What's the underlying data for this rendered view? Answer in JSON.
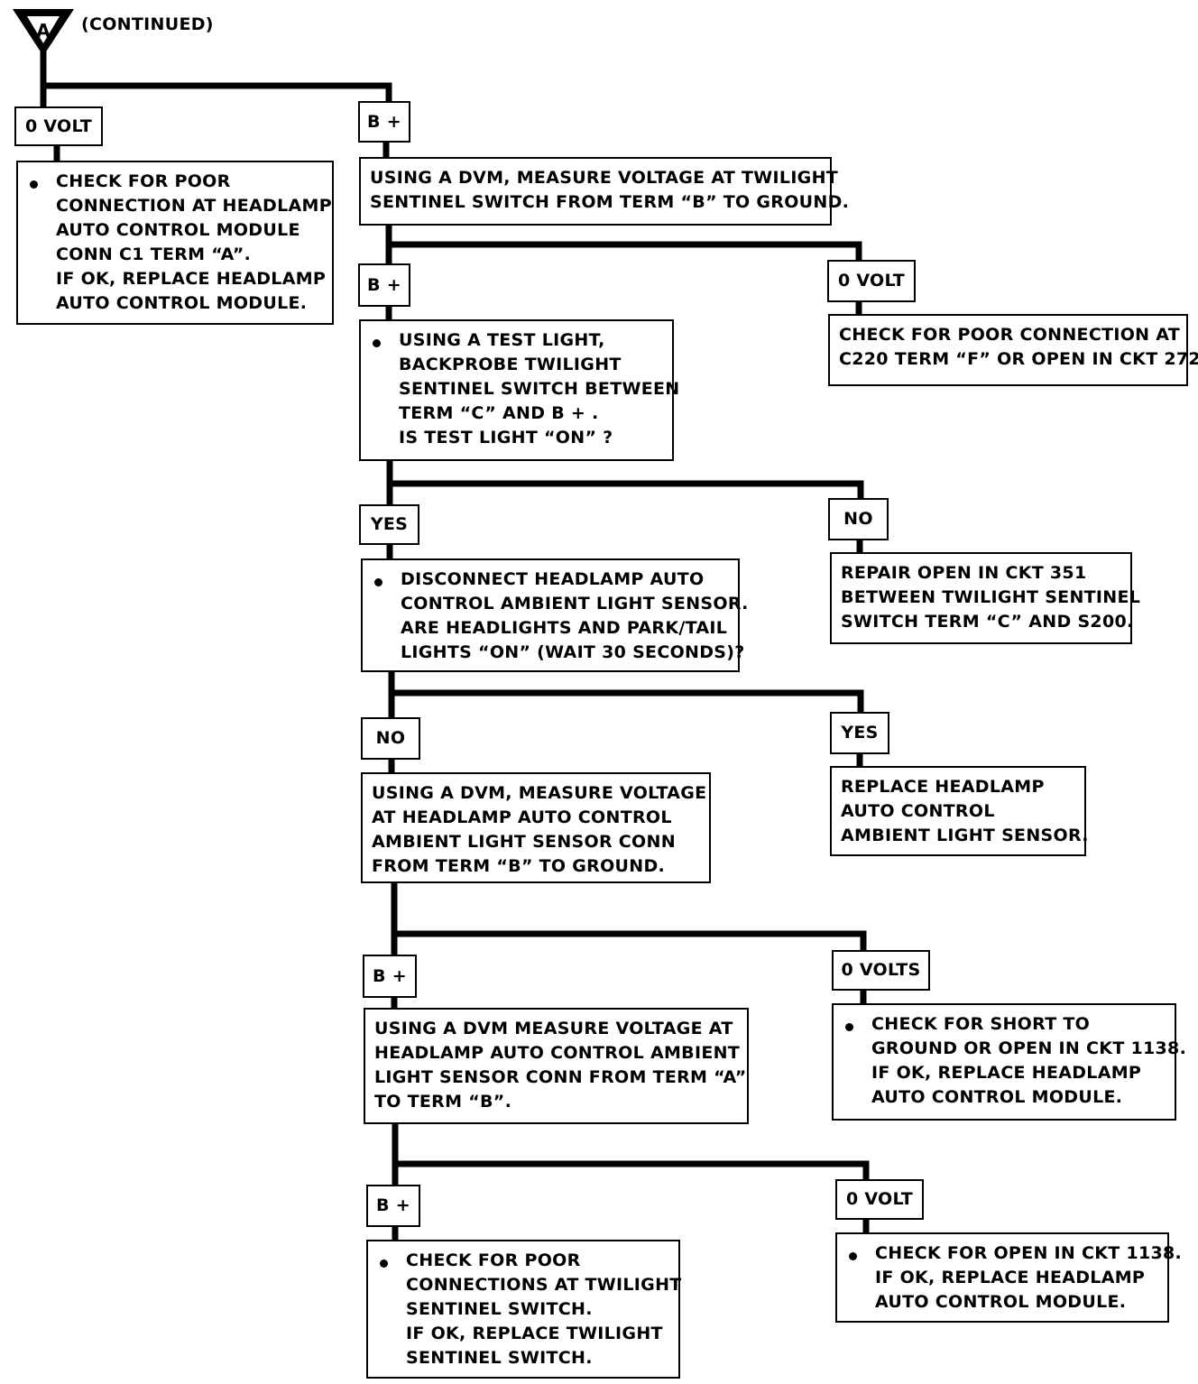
{
  "header": {
    "marker_letter": "A",
    "continued_label": "(CONTINUED)"
  },
  "nodes": {
    "left_zero_volt_label": "0 VOLT",
    "left_check_poor_connection": [
      "CHECK FOR POOR",
      "CONNECTION AT HEADLAMP",
      "AUTO CONTROL MODULE",
      "CONN C1 TERM “A”.",
      "IF OK, REPLACE HEADLAMP",
      "AUTO CONTROL MODULE."
    ],
    "bplus_label_1": "B +",
    "measure_voltage_switch": [
      "USING A DVM, MEASURE VOLTAGE AT TWILIGHT",
      "SENTINEL SWITCH FROM TERM “B” TO GROUND."
    ],
    "bplus_label_2": "B +",
    "zero_volt_label_2": "0 VOLT",
    "check_c220": [
      "CHECK FOR POOR CONNECTION AT",
      "C220 TERM “F” OR OPEN IN CKT 272."
    ],
    "test_light_backprobe": [
      "USING A TEST LIGHT,",
      "BACKPROBE TWILIGHT",
      "SENTINEL SWITCH BETWEEN",
      "TERM “C” AND B + .",
      "IS TEST LIGHT “ON” ?"
    ],
    "yes_label_1": "YES",
    "no_label_1": "NO",
    "repair_open_351": [
      "REPAIR OPEN IN CKT 351",
      "BETWEEN TWILIGHT SENTINEL",
      "SWITCH TERM “C” AND S200."
    ],
    "disconnect_sensor": [
      "DISCONNECT HEADLAMP AUTO",
      "CONTROL AMBIENT LIGHT SENSOR.",
      "ARE HEADLIGHTS AND PARK/TAIL",
      "LIGHTS “ON” (WAIT 30 SECONDS)?"
    ],
    "no_label_2": "NO",
    "yes_label_2": "YES",
    "replace_sensor": [
      "REPLACE HEADLAMP",
      "AUTO CONTROL",
      "AMBIENT LIGHT SENSOR."
    ],
    "measure_sensor_b_ground": [
      "USING A DVM, MEASURE VOLTAGE",
      "AT HEADLAMP AUTO CONTROL",
      "AMBIENT LIGHT SENSOR CONN",
      "FROM TERM “B” TO GROUND."
    ],
    "bplus_label_3": "B +",
    "zero_volts_label_3": "0 VOLTS",
    "check_short_1138": [
      "CHECK FOR SHORT TO",
      "GROUND OR OPEN IN CKT 1138.",
      "IF OK, REPLACE HEADLAMP",
      "AUTO CONTROL MODULE."
    ],
    "measure_sensor_a_b": [
      "USING A DVM MEASURE VOLTAGE AT",
      "HEADLAMP AUTO CONTROL AMBIENT",
      "LIGHT SENSOR CONN FROM TERM “A”",
      "TO TERM “B”."
    ],
    "bplus_label_4": "B +",
    "zero_volt_label_4": "0 VOLT",
    "check_poor_switch": [
      "CHECK FOR POOR",
      "CONNECTIONS AT TWILIGHT",
      "SENTINEL SWITCH.",
      "IF OK, REPLACE TWILIGHT",
      "SENTINEL SWITCH."
    ],
    "check_open_1138": [
      "CHECK FOR OPEN IN CKT 1138.",
      "IF OK, REPLACE HEADLAMP",
      "AUTO CONTROL MODULE."
    ]
  }
}
